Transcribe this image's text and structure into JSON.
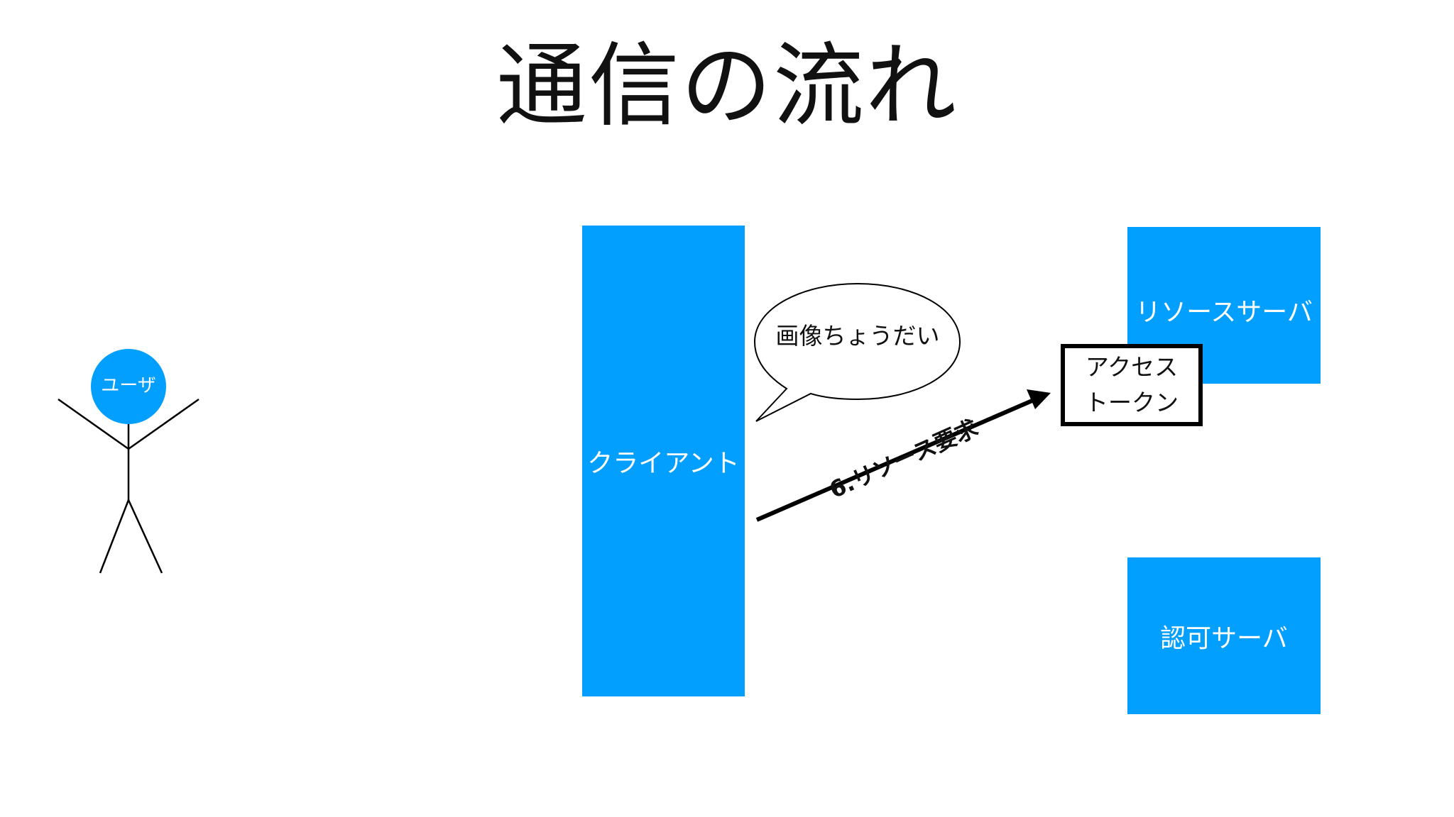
{
  "slide": {
    "title": "通信の流れ"
  },
  "actors": {
    "user": {
      "label": "ユーザ"
    },
    "client": {
      "label": "クライアント"
    },
    "resource_server": {
      "label": "リソースサーバ"
    },
    "auth_server": {
      "label": "認可サーバ"
    }
  },
  "speech_bubble": {
    "text": "画像ちょうだい"
  },
  "token": {
    "line1": "アクセス",
    "line2": "トークン"
  },
  "arrow": {
    "label": "6.リソース要求"
  },
  "colors": {
    "box_fill": "#039ffe",
    "box_text": "#ffffff",
    "line": "#000000",
    "background": "#ffffff"
  }
}
